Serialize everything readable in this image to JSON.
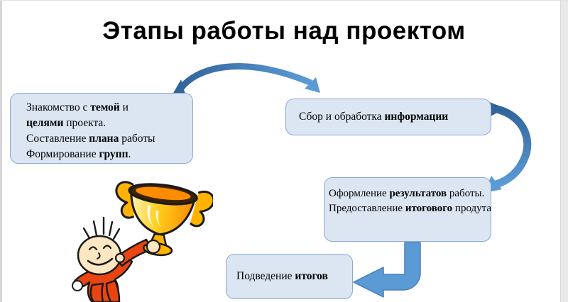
{
  "slide": {
    "title": "Этапы работы над проектом"
  },
  "stages": {
    "intro": {
      "lines": [
        [
          {
            "text": "Знакомство с "
          },
          {
            "text": "темой",
            "bold": true
          },
          {
            "text": " и"
          }
        ],
        [
          {
            "text": "целями",
            "bold": true
          },
          {
            "text": " проекта."
          }
        ],
        [
          {
            "text": "Составление "
          },
          {
            "text": "плана",
            "bold": true
          },
          {
            "text": " работы"
          }
        ],
        [
          {
            "text": "Формирование "
          },
          {
            "text": "групп",
            "bold": true
          },
          {
            "text": "."
          }
        ]
      ]
    },
    "collect": {
      "lines": [
        [
          {
            "text": "Сбор и обработка "
          },
          {
            "text": "информации",
            "bold": true
          }
        ]
      ]
    },
    "results": {
      "lines": [
        [
          {
            "text": "Оформление "
          },
          {
            "text": "результатов",
            "bold": true
          },
          {
            "text": " работы."
          }
        ],
        [
          {
            "text": "Предоставление "
          },
          {
            "text": "итогового",
            "bold": true
          },
          {
            "text": " продута"
          }
        ]
      ]
    },
    "summary": {
      "lines": [
        [
          {
            "text": "Подведение "
          },
          {
            "text": "итогов",
            "bold": true
          }
        ]
      ]
    }
  },
  "icons": {
    "clipart": "boy-holding-trophy",
    "arrows": [
      "curved-arrow-right",
      "curved-arrow-down",
      "elbow-arrow-left"
    ]
  },
  "colors": {
    "title_color": "#000000",
    "box_fill": "#dce6f2",
    "box_border": "#8aa9cf",
    "arrow_dark": "#31639c",
    "arrow_mid": "#4a7ebb",
    "arrow_light": "#5b9bd5",
    "trophy_gold": "#ffb300",
    "trophy_orange": "#ff8c00",
    "shirt_orange": "#ea4410",
    "skin": "#fde7c2"
  }
}
